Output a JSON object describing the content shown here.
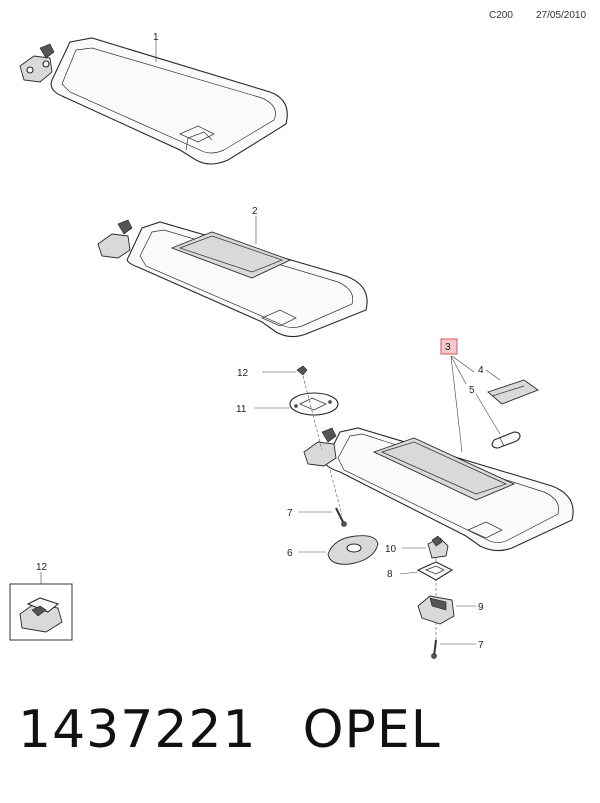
{
  "header": {
    "code": "C200",
    "date": "27/05/2010"
  },
  "callouts": {
    "c1": "1",
    "c2": "2",
    "c3": "3",
    "c4": "4",
    "c5": "5",
    "c6": "6",
    "c7a": "7",
    "c7b": "7",
    "c8": "8",
    "c9": "9",
    "c10": "10",
    "c11": "11",
    "c12a": "12",
    "c12b": "12"
  },
  "footer": {
    "part_number": "1437221",
    "brand": "OPEL"
  },
  "colors": {
    "highlight_fill": "#f6c9cc",
    "highlight_stroke": "#d4575f"
  }
}
